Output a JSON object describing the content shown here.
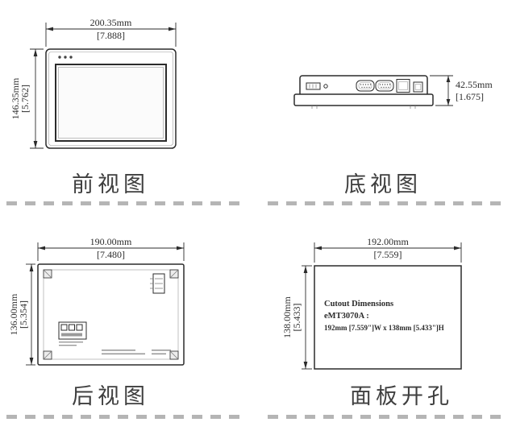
{
  "colors": {
    "line": "#2b2b2b",
    "label": "#3f3f3f",
    "dash": "#b5b5b5"
  },
  "views": {
    "front": {
      "label": "前视图",
      "dim_width_mm": "200.35mm",
      "dim_width_in": "[7.888]",
      "dim_height_mm": "146.35mm",
      "dim_height_in": "[5.762]"
    },
    "bottom": {
      "label": "底视图",
      "dim_height_mm": "42.55mm",
      "dim_height_in": "[1.675]"
    },
    "rear": {
      "label": "后视图",
      "dim_width_mm": "190.00mm",
      "dim_width_in": "[7.480]",
      "dim_height_mm": "136.00mm",
      "dim_height_in": "[5.354]"
    },
    "cutout": {
      "label": "面板开孔",
      "dim_width_mm": "192.00mm",
      "dim_width_in": "[7.559]",
      "dim_height_mm": "138.00mm",
      "dim_height_in": "[5.433]",
      "note_line1": "Cutout Dimensions",
      "note_line2": "eMT3070A :",
      "note_line3": "192mm [7.559\"]W x 138mm [5.433\"]H"
    }
  }
}
